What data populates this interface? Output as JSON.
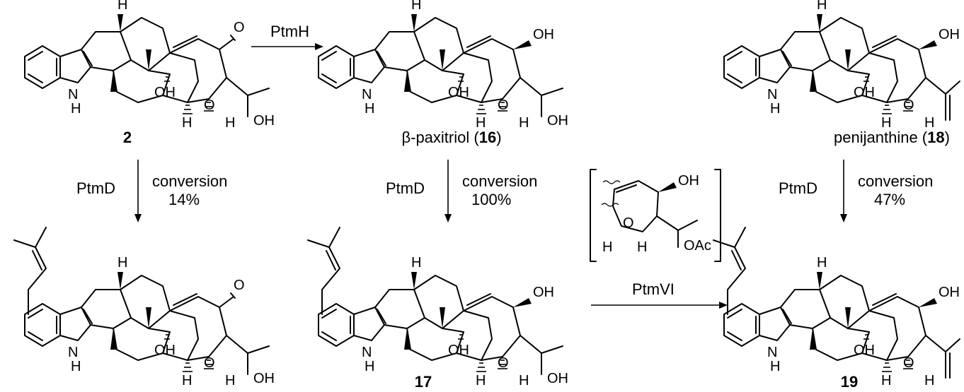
{
  "compounds": {
    "c2": {
      "number": "2"
    },
    "c16": {
      "name": "β-paxitriol (",
      "number": "16",
      "close": ")"
    },
    "c18": {
      "name": "penijanthine (",
      "number": "18",
      "close": ")"
    },
    "c17": {
      "number": "17"
    },
    "c19": {
      "number": "19"
    }
  },
  "atoms": {
    "H": "H",
    "N": "N",
    "O": "O",
    "OH": "OH",
    "OAc": "OAc"
  },
  "reactions": {
    "r_ptmh": {
      "enzyme": "PtmH"
    },
    "r_2": {
      "enzyme": "PtmD",
      "conversion_label": "conversion",
      "conversion_value": "14%"
    },
    "r_16": {
      "enzyme": "PtmD",
      "conversion_label": "conversion",
      "conversion_value": "100%"
    },
    "r_18": {
      "enzyme": "PtmD",
      "conversion_label": "conversion",
      "conversion_value": "47%"
    },
    "r_ptmvi": {
      "enzyme": "PtmVI"
    }
  }
}
